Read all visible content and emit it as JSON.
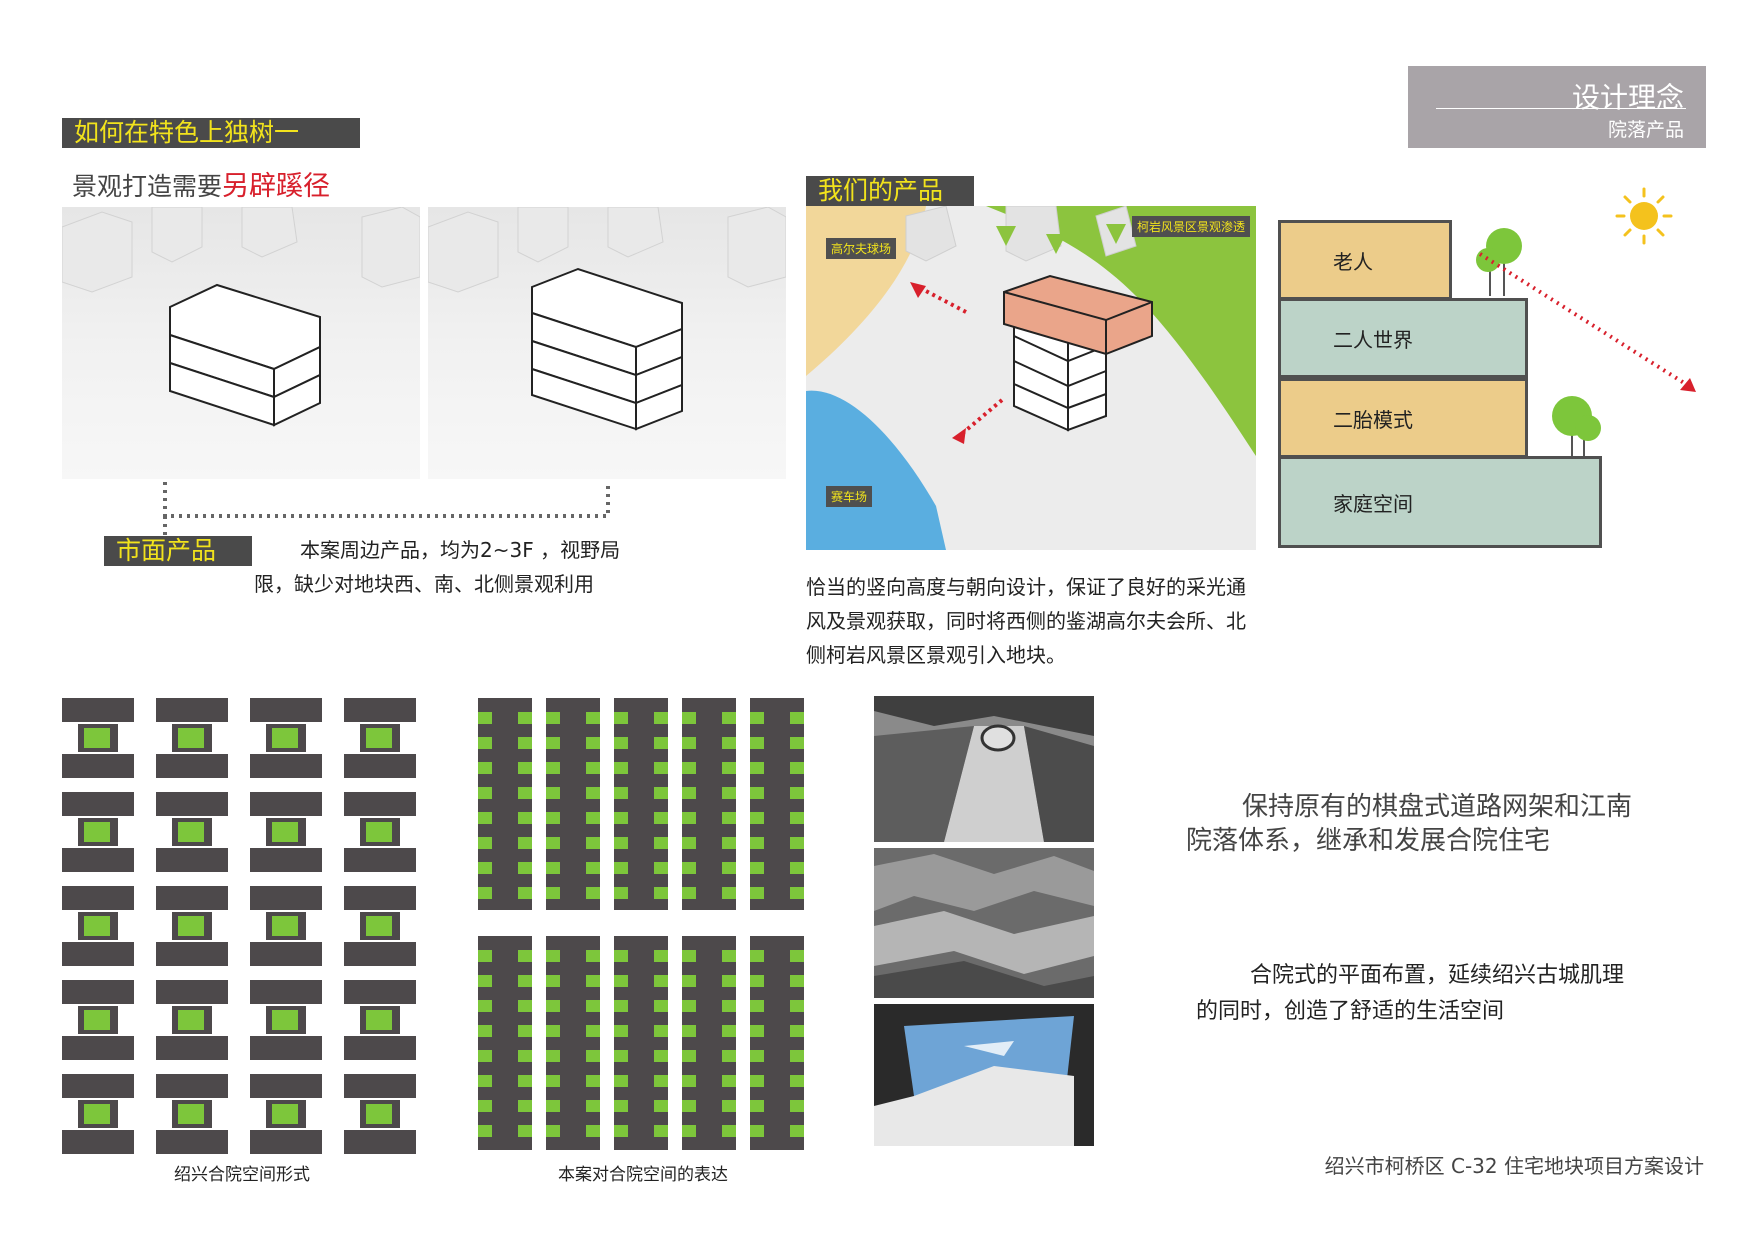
{
  "header": {
    "title": "设计理念",
    "subtitle": "院落产品"
  },
  "left": {
    "tag": "如何在特色上独树一",
    "subheading_prefix": "景观打造需要",
    "subheading_highlight": "另辟蹊径",
    "market_tag": "市面产品",
    "market_text": "本案周边产品，均为2~3F ，视野局限，缺少对地块西、南、北侧景观利用"
  },
  "product": {
    "tag": "我们的产品",
    "labels": {
      "golf": "高尔夫球场",
      "scenic": "柯岩风景区景观渗透",
      "race": "赛车场"
    },
    "text": "恰当的竖向高度与朝向设计，保证了良好的采光通风及景观获取，同时将西侧的鉴湖高尔夫会所、北侧柯岩风景区景观引入地块。"
  },
  "generations": {
    "items": [
      {
        "label": "老人",
        "color": "#eccc8a"
      },
      {
        "label": "二人世界",
        "color": "#bcd3c8"
      },
      {
        "label": "二胎模式",
        "color": "#eccc8a"
      },
      {
        "label": "家庭空间",
        "color": "#bcd3c8"
      }
    ]
  },
  "patterns": {
    "caption_left": "绍兴合院空间形式",
    "caption_mid": "本案对合院空间的表达",
    "colors": {
      "dark": "#4d494b",
      "green": "#7dc63b"
    }
  },
  "right_text": {
    "para1": "保持原有的棋盘式道路网架和江南院落体系，继承和发展合院住宅",
    "para2": "合院式的平面布置，延续绍兴古城肌理的同时，创造了舒适的生活空间"
  },
  "footer": "绍兴市柯桥区 C-32 住宅地块项目方案设计"
}
